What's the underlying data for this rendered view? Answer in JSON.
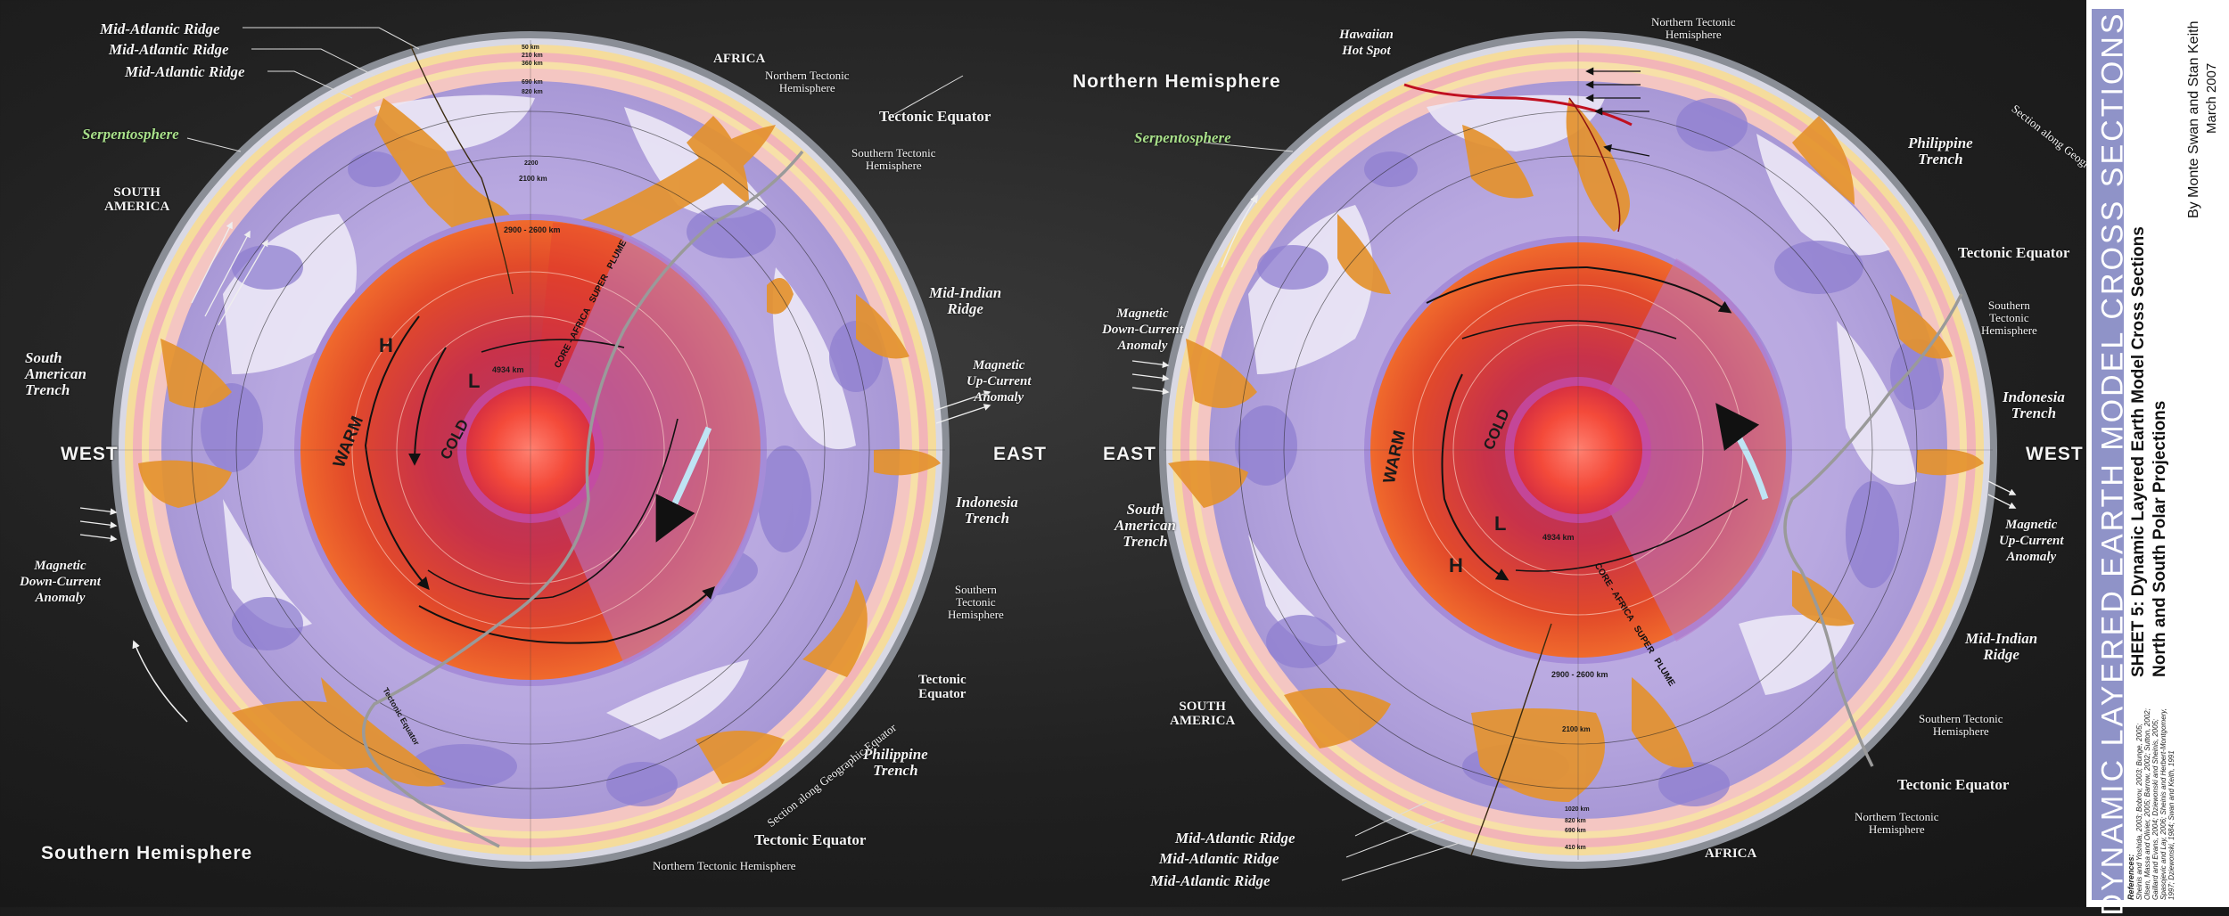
{
  "left_globe": {
    "hemisphere": "Southern Hemisphere",
    "labels": {
      "mar1": "Mid-Atlantic Ridge",
      "mar2": "Mid-Atlantic Ridge",
      "mar3": "Mid-Atlantic Ridge",
      "africa": "AFRICA",
      "ntherm": "Northern Tectonic\nHemisphere",
      "tect_eq_top": "Tectonic Equator",
      "sthem_top": "Southern Tectonic\nHemisphere",
      "serpentosphere": "Serpentosphere",
      "south_america": "SOUTH\nAMERICA",
      "mid_indian": "Mid-Indian\nRidge",
      "sa_trench": "South\nAmerican\nTrench",
      "mag_up": "Magnetic\nUp-Current\nAnomaly",
      "west": "WEST",
      "east": "EAST",
      "indonesia": "Indonesia\nTrench",
      "mag_down": "Magnetic\nDown-Current\nAnomaly",
      "sthem_bottom": "Southern\nTectonic\nHemisphere",
      "tect_eq_right": "Tectonic\nEquator",
      "philippine": "Philippine\nTrench",
      "geo_eq": "Section along Geographic Equator",
      "tect_eq_bottom": "Tectonic Equator",
      "nthem_bottom": "Northern Tectonic Hemisphere"
    },
    "body": {
      "H": "H",
      "L": "L",
      "warm": "WARM",
      "cold": "COLD",
      "plume": "CORE - AFRICA   SUPER   PLUME",
      "depth_core": "2900 - 2600 km",
      "depth_inner": "4934 km",
      "depth_2100": "2100 km",
      "depth_2200": "2200",
      "depth_820": "820 km",
      "depth_690": "690 km",
      "depth_360": "360 km",
      "depth_210": "210 km",
      "depth_50": "50 km",
      "tectonic_equator_inner": "Tectonic Equator"
    }
  },
  "right_globe": {
    "hemisphere": "Northern Hemisphere",
    "labels": {
      "hawaiian": "Hawaiian\nHot Spot",
      "nthem_top": "Northern Tectonic\nHemisphere",
      "serpentosphere": "Serpentosphere",
      "geo_eq": "Section along Geographic Equator",
      "philippine": "Philippine\nTrench",
      "tect_eq_top": "Tectonic Equator",
      "mag_down": "Magnetic\nDown-Current\nAnomaly",
      "sthem_right": "Southern\nTectonic\nHemisphere",
      "indonesia": "Indonesia\nTrench",
      "east": "EAST",
      "west": "WEST",
      "sa_trench": "South\nAmerican\nTrench",
      "mag_up": "Magnetic\nUp-Current\nAnomaly",
      "mid_indian": "Mid-Indian\nRidge",
      "south_america": "SOUTH\nAMERICA",
      "sthem_bottom": "Southern Tectonic\nHemisphere",
      "tect_eq_bottom": "Tectonic Equator",
      "nthem_bottom": "Northern Tectonic\nHemisphere",
      "mar1": "Mid-Atlantic Ridge",
      "mar2": "Mid-Atlantic Ridge",
      "mar3": "Mid-Atlantic Ridge",
      "africa": "AFRICA"
    },
    "body": {
      "H": "H",
      "L": "L",
      "warm": "WARM",
      "cold": "COLD",
      "plume": "CORE - AFRICA   SUPER   PLUME",
      "depth_core": "2900 - 2600 km",
      "depth_inner": "4934 km",
      "depth_2100": "2100 km",
      "depth_1020": "1020 km",
      "depth_820": "820 km",
      "depth_690": "690 km",
      "depth_410": "410 km"
    }
  },
  "sidebar": {
    "title": "DYNAMIC LAYERED EARTH MODEL CROSS SECTIONS",
    "sheet_title": "SHEET 5:  Dynamic Layered Earth Model Cross Sections",
    "sheet_subtitle": "North and South Polar Projections",
    "authors": "By Monte Swan and Stan Keith",
    "date": "March 2007",
    "references_heading": "References:",
    "references": "Sheinis and Yoshida, 2003; Bobrov, 2003; Bunge, 2005; Olsen, Massa and Olivier, 2005; Barrow, 2002; Sutton, 2002; Gaillard and Evans, 2004; Dziewonski and Sheinis, 2005; Spasojevic and Lay, 2006; Sheinis and Herbert-Montgomery, 1997; Dziewonski, 1984; Swan and Keith, 1991"
  },
  "colors": {
    "mantle_purple": "#9b8fd0",
    "upwelling_orange": "#e4922e",
    "outer_core_red": "#e0432a",
    "inner_core": "#f05a3c",
    "crust_pink": "#f2b5b8",
    "crust_yellow": "#f5dc9c",
    "title_band": "#8f93c8"
  }
}
